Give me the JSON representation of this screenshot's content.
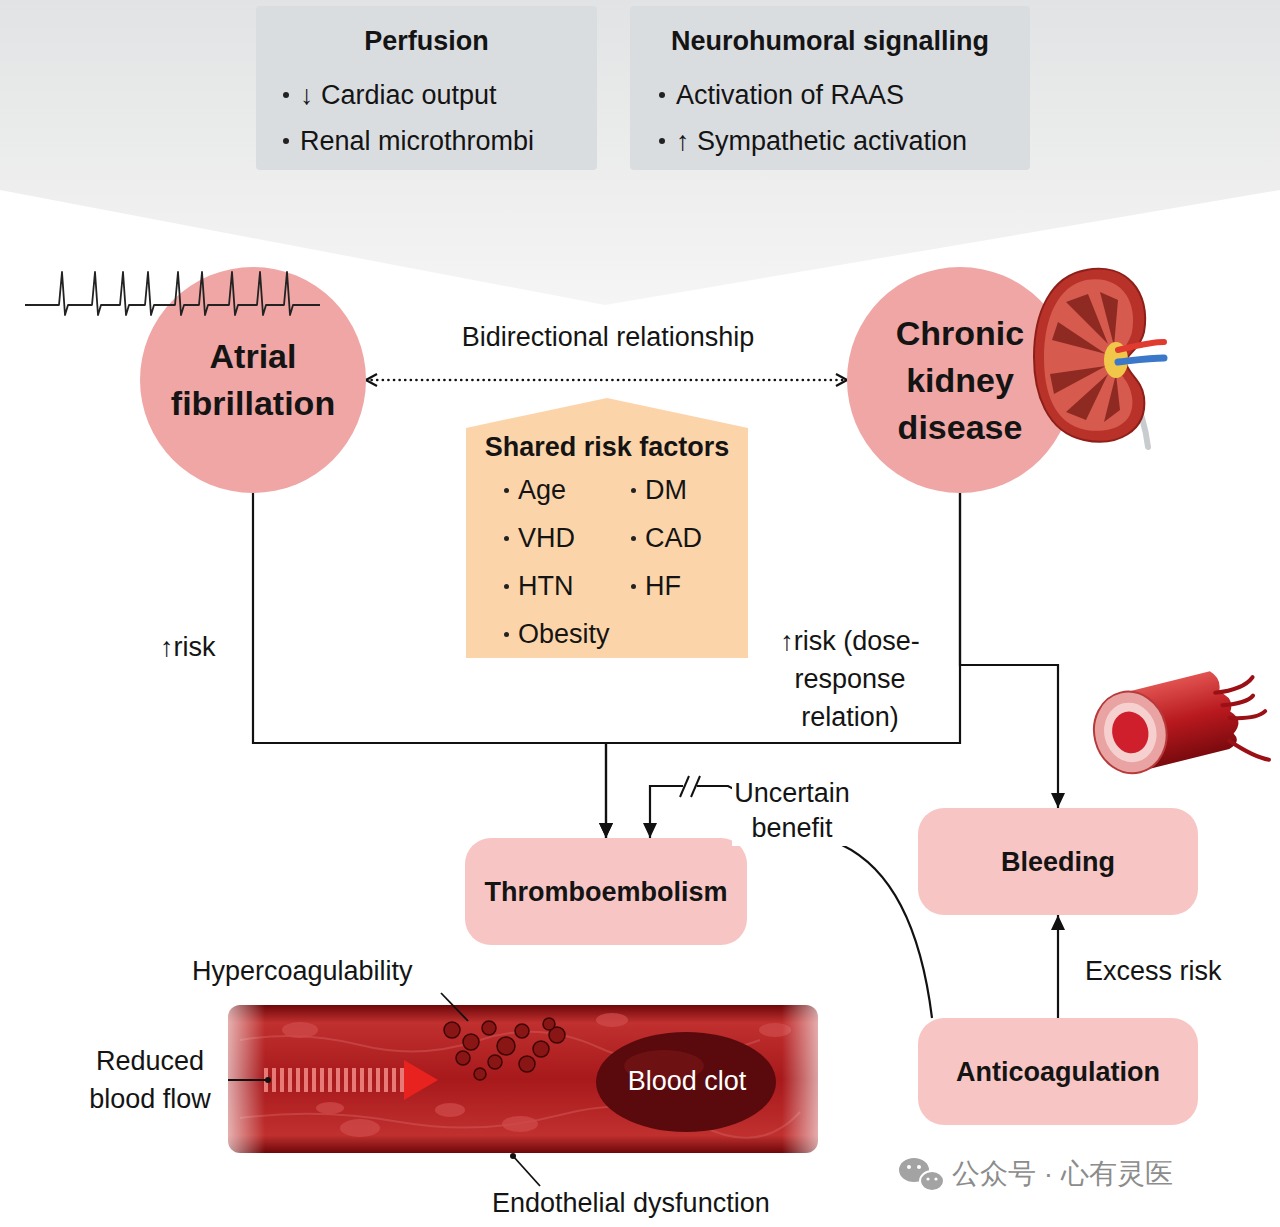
{
  "diagram": {
    "nodes": [
      {
        "text": [
          "Perfusion",
          "↓ Cardiac output",
          "Renal microthrombi"
        ]
      },
      {
        "text": [
          "Neurohumoral signalling",
          "Activation of RAAS",
          "↑ Sympathetic activation"
        ]
      },
      {
        "text": [
          "Atrial fibrillation"
        ]
      },
      {
        "text": [
          "Chronic kidney disease"
        ]
      },
      {
        "text": [
          "Shared risk factors",
          "Age",
          "DM",
          "VHD",
          "CAD",
          "HTN",
          "HF",
          "Obesity"
        ]
      },
      {
        "text": [
          "Thromboembolism"
        ]
      },
      {
        "text": [
          "Bleeding"
        ]
      },
      {
        "text": [
          "Anticoagulation"
        ]
      }
    ],
    "edges": [
      {
        "from": 2,
        "to": 3,
        "arrow": "both",
        "label": "Bidirectional relationship"
      },
      {
        "from": 2,
        "to": 5,
        "arrow": "to",
        "label": "↑risk"
      },
      {
        "from": 3,
        "to": 5,
        "arrow": "to",
        "label": "↑risk (dose-response relation)"
      },
      {
        "from": 3,
        "to": 6,
        "arrow": "to"
      },
      {
        "from": 7,
        "to": 6,
        "arrow": "to",
        "label": "Excess risk"
      },
      {
        "from": 7,
        "to": 5,
        "arrow": "to",
        "label": "Uncertain benefit"
      }
    ],
    "labels": [
      "Hypercoagulability",
      "Reduced blood flow",
      "Blood clot",
      "Endothelial dysfunction",
      "公众号 · 心有灵医"
    ]
  }
}
